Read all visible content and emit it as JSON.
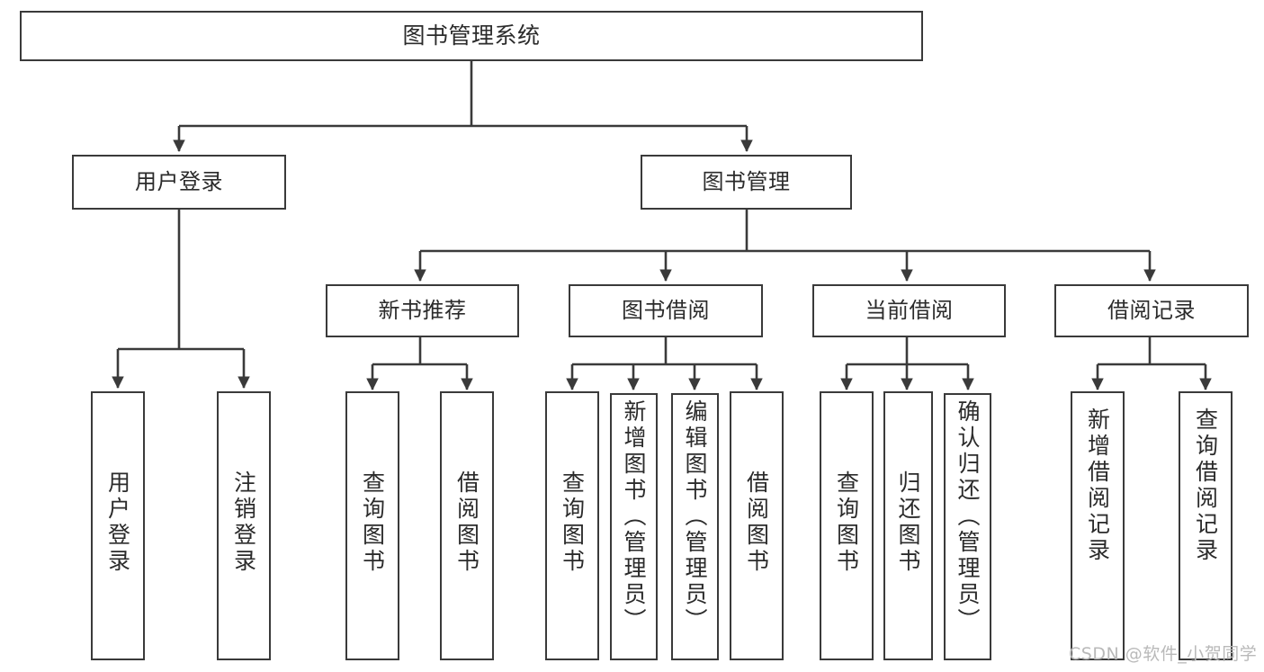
{
  "diagram": {
    "title": "图书管理系统",
    "type": "hierarchy-tree",
    "root": {
      "label": "图书管理系统"
    },
    "level1": [
      {
        "label": "用户登录"
      },
      {
        "label": "图书管理"
      }
    ],
    "level2": [
      {
        "label": "新书推荐",
        "parent": "图书管理"
      },
      {
        "label": "图书借阅",
        "parent": "图书管理"
      },
      {
        "label": "当前借阅",
        "parent": "图书管理"
      },
      {
        "label": "借阅记录",
        "parent": "图书管理"
      }
    ],
    "leaves": {
      "user_login": [
        {
          "label": "用户登录"
        },
        {
          "label": "注销登录"
        }
      ],
      "new_book_recommend": [
        {
          "label": "查询图书"
        },
        {
          "label": "借阅图书"
        }
      ],
      "book_borrow": [
        {
          "label": "查询图书"
        },
        {
          "label": "新增图书（管理员）"
        },
        {
          "label": "编辑图书（管理员）"
        },
        {
          "label": "借阅图书"
        }
      ],
      "current_borrow": [
        {
          "label": "查询图书"
        },
        {
          "label": "归还图书"
        },
        {
          "label": "确认归还（管理员）"
        }
      ],
      "borrow_records": [
        {
          "label": "新增借阅记录"
        },
        {
          "label": "查询借阅记录"
        }
      ]
    }
  },
  "watermark": {
    "text": "CSDN @软件_小贺同学"
  },
  "colors": {
    "stroke": "#3a3a3a",
    "background": "#ffffff",
    "text": "#2b2b2b",
    "watermark": "#b9b9b9"
  }
}
